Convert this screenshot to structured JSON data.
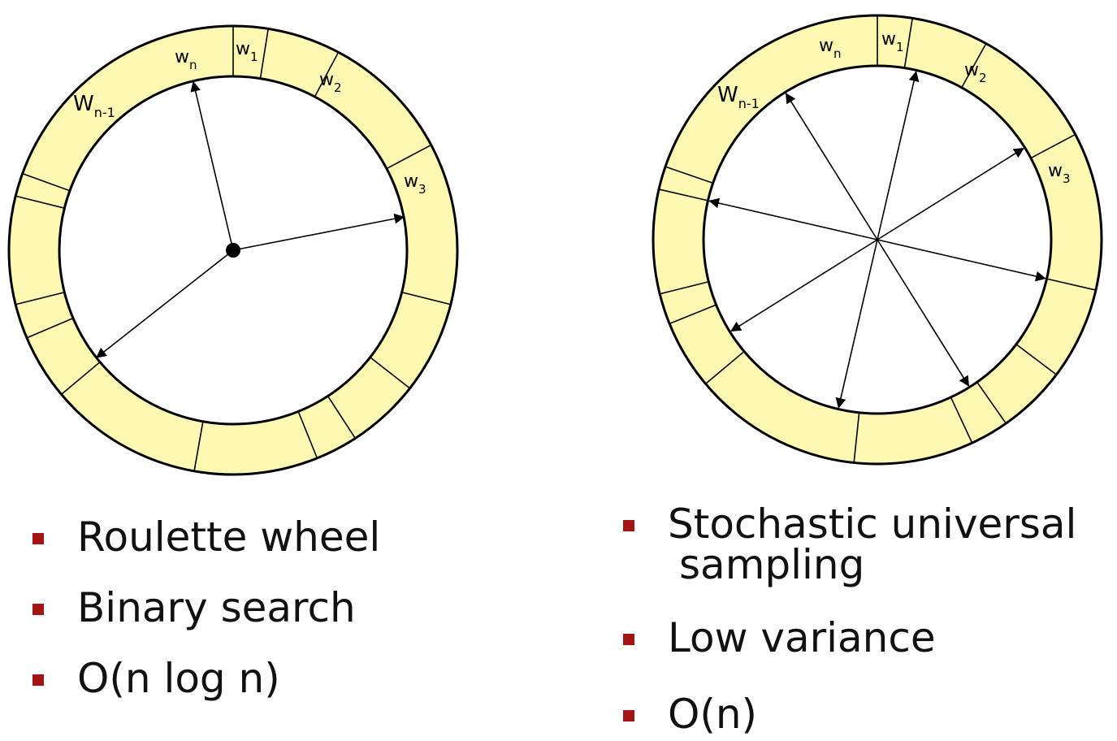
{
  "left_wheel": {
    "labels": {
      "wn": {
        "main": "w",
        "sub": "n"
      },
      "w1": {
        "main": "w",
        "sub": "1"
      },
      "w2": {
        "main": "w",
        "sub": "2"
      },
      "w3": {
        "main": "w",
        "sub": "3"
      },
      "wn1": {
        "main": "W",
        "sub": "n-1"
      }
    }
  },
  "right_wheel": {
    "labels": {
      "wn": {
        "main": "w",
        "sub": "n"
      },
      "w1": {
        "main": "w",
        "sub": "1"
      },
      "w2": {
        "main": "w",
        "sub": "2"
      },
      "w3": {
        "main": "w",
        "sub": "3"
      },
      "wn1": {
        "main": "W",
        "sub": "n-1"
      }
    }
  },
  "left_bullets": [
    "Roulette wheel",
    "Binary search",
    "O(n log n)"
  ],
  "right_bullets": [
    {
      "line1": "Stochastic universal",
      "line2": "sampling"
    },
    {
      "line1": "Low variance"
    },
    {
      "line1": "O(n)"
    }
  ],
  "colors": {
    "ring_fill": "#fdf8b2",
    "bullet": "#a31515",
    "stroke": "#000000"
  }
}
